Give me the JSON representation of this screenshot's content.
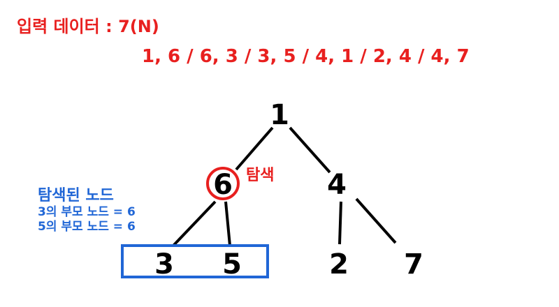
{
  "header": {
    "input_title": "입력 데이터 : 7(N)",
    "edge_list": "1, 6 / 6, 3 / 3, 5 / 4, 1 / 2, 4 / 4, 7"
  },
  "tree": {
    "nodes": [
      "1",
      "6",
      "4",
      "3",
      "5",
      "2",
      "7"
    ],
    "edges": [
      [
        "1",
        "6"
      ],
      [
        "1",
        "4"
      ],
      [
        "6",
        "3"
      ],
      [
        "6",
        "5"
      ],
      [
        "4",
        "2"
      ],
      [
        "4",
        "7"
      ]
    ],
    "highlighted_node": "6",
    "boxed_nodes": [
      "3",
      "5"
    ]
  },
  "annotation": {
    "visit_label": "탐색"
  },
  "legend": {
    "title": "탐색된 노드",
    "lines": [
      "3의 부모 노드 = 6",
      "5의 부모 노드 = 6"
    ]
  },
  "colors": {
    "highlight": "#e8201f",
    "info": "#2066d6",
    "edge": "#000000"
  }
}
